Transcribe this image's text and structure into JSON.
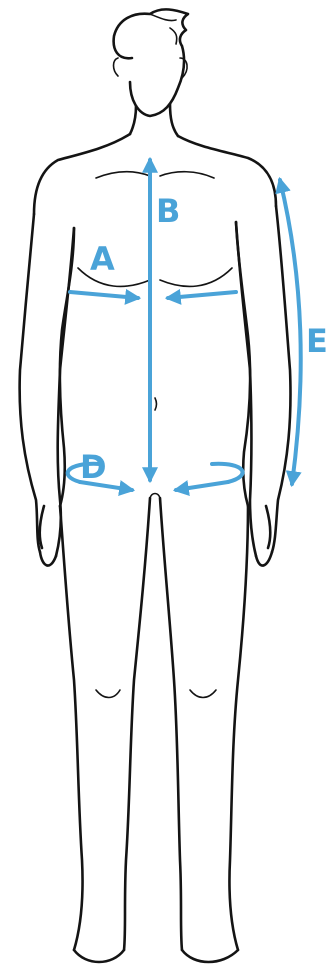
{
  "colors": {
    "accent": "#4aa3d8",
    "outline": "#141414",
    "background": "#ffffff"
  },
  "labels": {
    "a": "A",
    "b": "B",
    "d": "D",
    "e": "E"
  }
}
